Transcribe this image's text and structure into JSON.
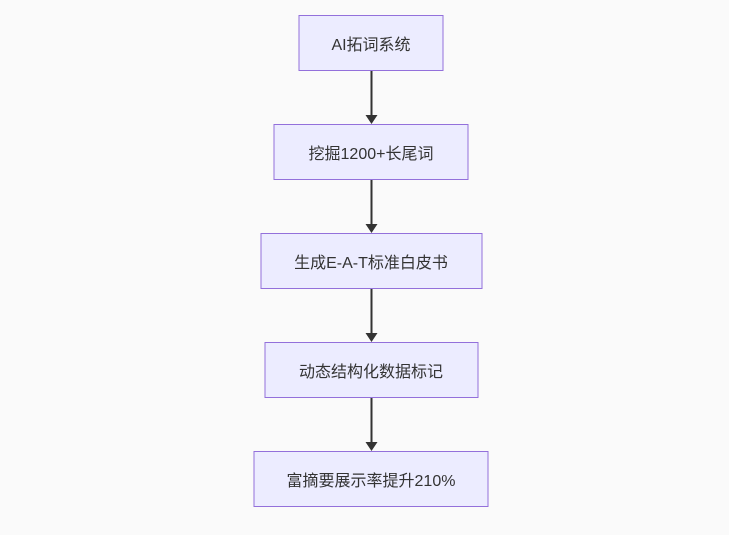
{
  "diagram": {
    "type": "flowchart",
    "direction": "top-down",
    "nodes": [
      {
        "id": "n1",
        "label": "AI拓词系统"
      },
      {
        "id": "n2",
        "label": "挖掘1200+长尾词"
      },
      {
        "id": "n3",
        "label": "生成E-A-T标准白皮书"
      },
      {
        "id": "n4",
        "label": "动态结构化数据标记"
      },
      {
        "id": "n5",
        "label": "富摘要展示率提升210%"
      }
    ],
    "edges": [
      {
        "from": "n1",
        "to": "n2",
        "style": "arrow-down"
      },
      {
        "from": "n2",
        "to": "n3",
        "style": "arrow-down"
      },
      {
        "from": "n3",
        "to": "n4",
        "style": "arrow-down"
      },
      {
        "from": "n4",
        "to": "n5",
        "style": "arrow-down"
      }
    ],
    "colors": {
      "background": "#fafafa",
      "node_fill": "#ECECFF",
      "node_border": "#9370DB",
      "node_text": "#333333",
      "arrow": "#333333"
    }
  }
}
